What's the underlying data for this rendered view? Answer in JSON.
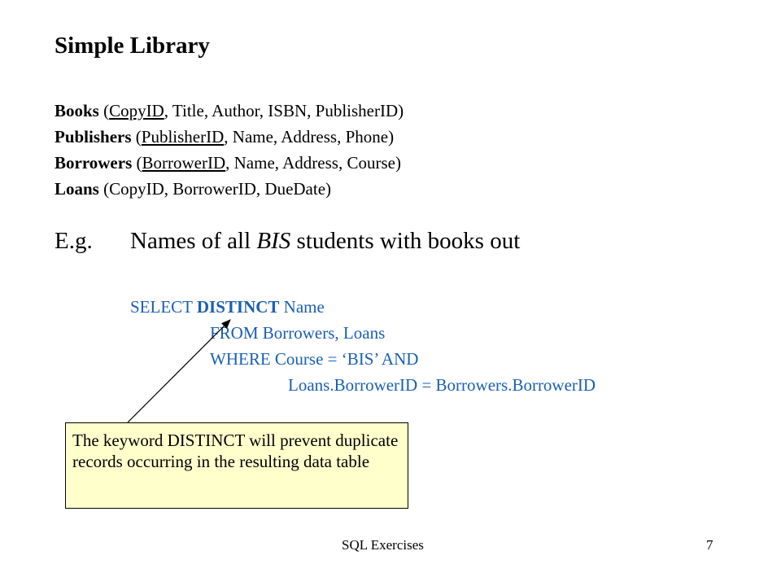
{
  "slide": {
    "title": "Simple Library",
    "schema": [
      {
        "table": "Books",
        "open": " (",
        "key": "CopyID",
        "rest": ", Title, Author, ISBN, PublisherID)"
      },
      {
        "table": "Publishers",
        "open": " (",
        "key": "PublisherID",
        "rest": ", Name, Address, Phone)"
      },
      {
        "table": "Borrowers",
        "open": " (",
        "key": "BorrowerID",
        "rest": ", Name, Address, Course)"
      },
      {
        "table": "Loans",
        "open": " (CopyID, BorrowerID, DueDate)",
        "key": "",
        "rest": ""
      }
    ],
    "example": {
      "label": "E.g.",
      "before": "Names of all ",
      "italic": "BIS",
      "after": " students with books out"
    },
    "sql": {
      "select_kw": "SELECT ",
      "distinct_kw": "DISTINCT",
      "select_rest": " Name",
      "from_line": "FROM Borrowers, Loans",
      "where_line": "WHERE Course = ‘BIS’ AND",
      "join_line": "Loans.BorrowerID = Borrowers.BorrowerID"
    },
    "callout": "The keyword DISTINCT will prevent duplicate records occurring in the resulting data table",
    "footer": {
      "center": "SQL Exercises",
      "page_number": "7"
    },
    "colors": {
      "sql_text": "#1a5fb4",
      "callout_bg": "#ffffcc"
    }
  }
}
